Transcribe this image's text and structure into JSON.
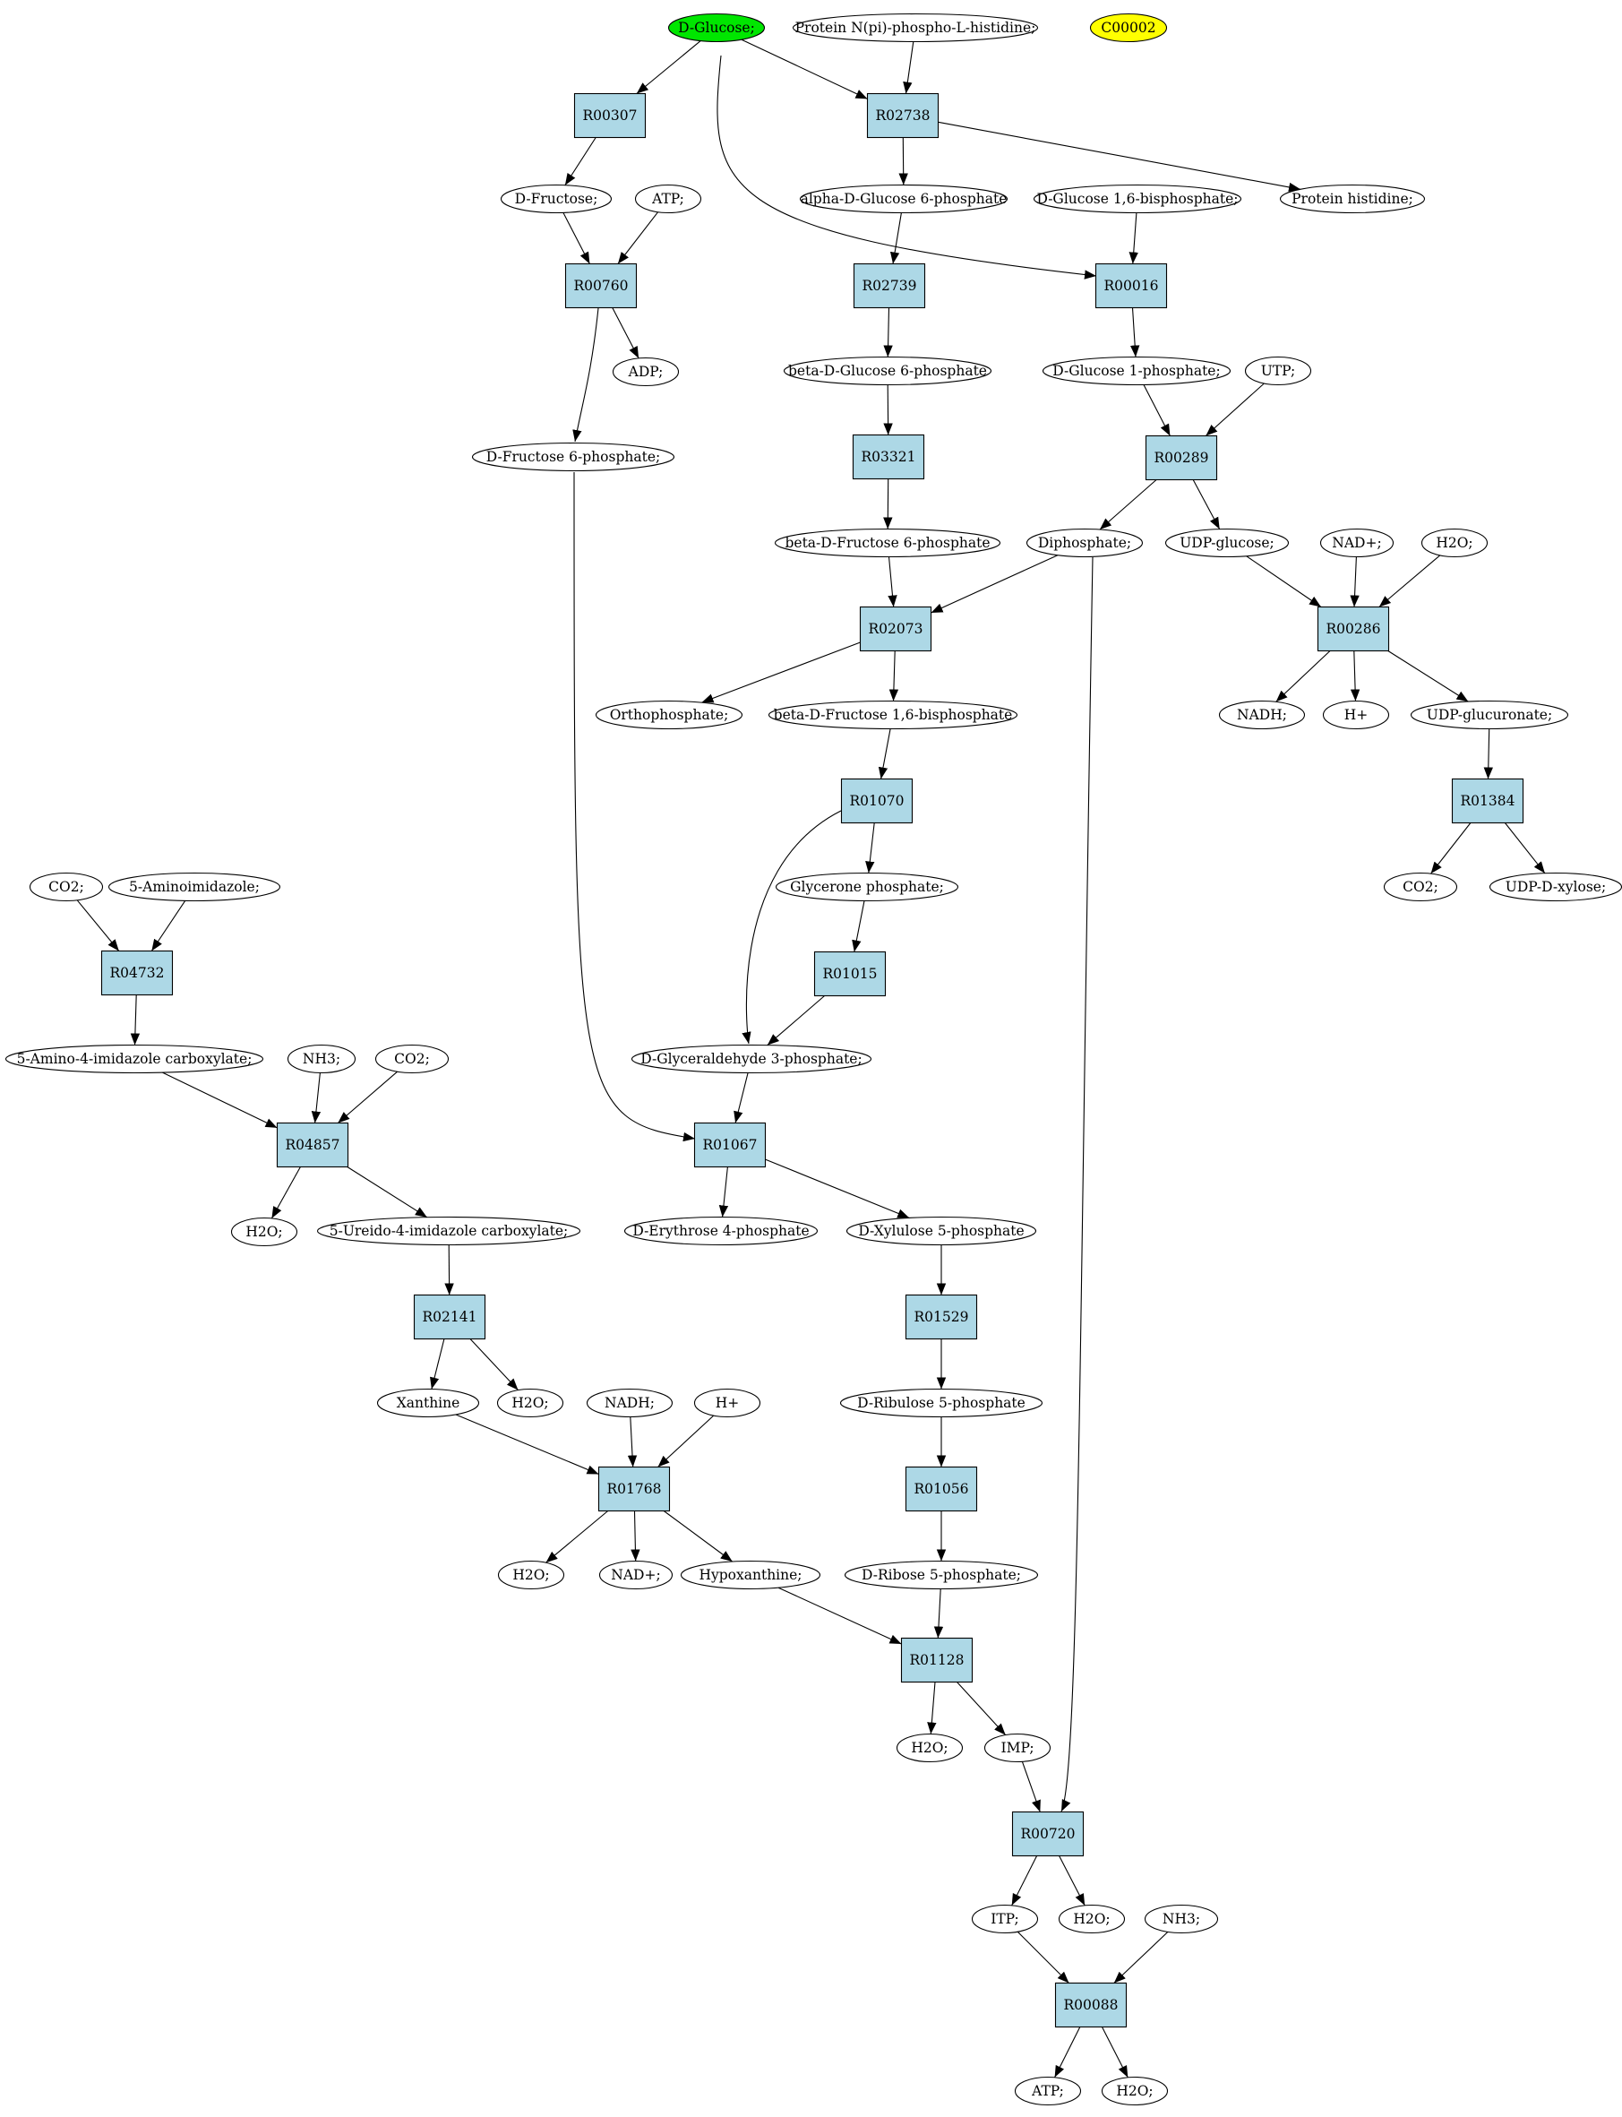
{
  "colors": {
    "reaction_fill": "#add8e6",
    "start_fill": "#00e600",
    "highlight_fill": "#ffff00",
    "stroke": "#000000"
  },
  "compounds": [
    {
      "id": "c1",
      "label": "D-Glucose;",
      "fill": "#00e600"
    },
    {
      "id": "c2",
      "label": "Protein N(pi)-phospho-L-histidine;"
    },
    {
      "id": "c3",
      "label": "C00002",
      "fill": "#ffff00"
    },
    {
      "id": "c4",
      "label": "D-Fructose;"
    },
    {
      "id": "c5",
      "label": "ATP;"
    },
    {
      "id": "c6",
      "label": "alpha-D-Glucose 6-phosphate"
    },
    {
      "id": "c7",
      "label": "D-Glucose 1,6-bisphosphate;"
    },
    {
      "id": "c8",
      "label": "Protein histidine;"
    },
    {
      "id": "c9",
      "label": "ADP;"
    },
    {
      "id": "c10",
      "label": "beta-D-Glucose 6-phosphate"
    },
    {
      "id": "c11",
      "label": "D-Glucose 1-phosphate;"
    },
    {
      "id": "c12",
      "label": "UTP;"
    },
    {
      "id": "c13",
      "label": "D-Fructose 6-phosphate;"
    },
    {
      "id": "c14",
      "label": "beta-D-Fructose 6-phosphate"
    },
    {
      "id": "c15",
      "label": "Diphosphate;"
    },
    {
      "id": "c16",
      "label": "UDP-glucose;"
    },
    {
      "id": "c17",
      "label": "NAD+;"
    },
    {
      "id": "c18",
      "label": "H2O;"
    },
    {
      "id": "c19",
      "label": "Orthophosphate;"
    },
    {
      "id": "c20",
      "label": "beta-D-Fructose 1,6-bisphosphate"
    },
    {
      "id": "c21",
      "label": "NADH;"
    },
    {
      "id": "c22",
      "label": "H+"
    },
    {
      "id": "c23",
      "label": "UDP-glucuronate;"
    },
    {
      "id": "c24",
      "label": "Glycerone phosphate;"
    },
    {
      "id": "c25",
      "label": "CO2;"
    },
    {
      "id": "c26",
      "label": "5-Aminoimidazole;"
    },
    {
      "id": "c27",
      "label": "CO2;"
    },
    {
      "id": "c28",
      "label": "UDP-D-xylose;"
    },
    {
      "id": "c29",
      "label": "5-Amino-4-imidazole carboxylate;"
    },
    {
      "id": "c30",
      "label": "NH3;"
    },
    {
      "id": "c31",
      "label": "CO2;"
    },
    {
      "id": "c32",
      "label": "D-Glyceraldehyde 3-phosphate;"
    },
    {
      "id": "c33",
      "label": "H2O;"
    },
    {
      "id": "c34",
      "label": "5-Ureido-4-imidazole carboxylate;"
    },
    {
      "id": "c35",
      "label": "D-Erythrose 4-phosphate"
    },
    {
      "id": "c36",
      "label": "D-Xylulose 5-phosphate"
    },
    {
      "id": "c37",
      "label": "Xanthine"
    },
    {
      "id": "c38",
      "label": "H2O;"
    },
    {
      "id": "c39",
      "label": "NADH;"
    },
    {
      "id": "c40",
      "label": "H+"
    },
    {
      "id": "c41",
      "label": "D-Ribulose 5-phosphate"
    },
    {
      "id": "c42",
      "label": "H2O;"
    },
    {
      "id": "c43",
      "label": "NAD+;"
    },
    {
      "id": "c44",
      "label": "Hypoxanthine;"
    },
    {
      "id": "c45",
      "label": "D-Ribose 5-phosphate;"
    },
    {
      "id": "c46",
      "label": "H2O;"
    },
    {
      "id": "c47",
      "label": "IMP;"
    },
    {
      "id": "c48",
      "label": "ITP;"
    },
    {
      "id": "c49",
      "label": "H2O;"
    },
    {
      "id": "c50",
      "label": "NH3;"
    },
    {
      "id": "c51",
      "label": "ATP;"
    },
    {
      "id": "c52",
      "label": "H2O;"
    }
  ],
  "reactions": [
    {
      "id": "r1",
      "label": "R00307"
    },
    {
      "id": "r2",
      "label": "R02738"
    },
    {
      "id": "r3",
      "label": "R00760"
    },
    {
      "id": "r4",
      "label": "R02739"
    },
    {
      "id": "r5",
      "label": "R00016"
    },
    {
      "id": "r6",
      "label": "R03321"
    },
    {
      "id": "r7",
      "label": "R00289"
    },
    {
      "id": "r8",
      "label": "R02073"
    },
    {
      "id": "r9",
      "label": "R00286"
    },
    {
      "id": "r10",
      "label": "R01070"
    },
    {
      "id": "r11",
      "label": "R01384"
    },
    {
      "id": "r12",
      "label": "R04732"
    },
    {
      "id": "r13",
      "label": "R01015"
    },
    {
      "id": "r14",
      "label": "R04857"
    },
    {
      "id": "r15",
      "label": "R01067"
    },
    {
      "id": "r16",
      "label": "R02141"
    },
    {
      "id": "r17",
      "label": "R01529"
    },
    {
      "id": "r18",
      "label": "R01768"
    },
    {
      "id": "r19",
      "label": "R01056"
    },
    {
      "id": "r20",
      "label": "R01128"
    },
    {
      "id": "r21",
      "label": "R00720"
    },
    {
      "id": "r22",
      "label": "R00088"
    }
  ],
  "edges": [
    [
      "c1",
      "r1"
    ],
    [
      "c1",
      "r2"
    ],
    [
      "c2",
      "r2"
    ],
    [
      "c1",
      "r5"
    ],
    [
      "r1",
      "c4"
    ],
    [
      "c4",
      "r3"
    ],
    [
      "c5",
      "r3"
    ],
    [
      "r3",
      "c9"
    ],
    [
      "r3",
      "c13"
    ],
    [
      "r2",
      "c6"
    ],
    [
      "r2",
      "c8"
    ],
    [
      "c6",
      "r4"
    ],
    [
      "c7",
      "r5"
    ],
    [
      "r4",
      "c10"
    ],
    [
      "c10",
      "r6"
    ],
    [
      "r6",
      "c14"
    ],
    [
      "r5",
      "c11"
    ],
    [
      "c11",
      "r7"
    ],
    [
      "c12",
      "r7"
    ],
    [
      "r7",
      "c15"
    ],
    [
      "r7",
      "c16"
    ],
    [
      "c14",
      "r8"
    ],
    [
      "c15",
      "r8"
    ],
    [
      "r8",
      "c19"
    ],
    [
      "r8",
      "c20"
    ],
    [
      "c16",
      "r9"
    ],
    [
      "c17",
      "r9"
    ],
    [
      "c18",
      "r9"
    ],
    [
      "r9",
      "c21"
    ],
    [
      "r9",
      "c22"
    ],
    [
      "r9",
      "c23"
    ],
    [
      "c23",
      "r11"
    ],
    [
      "r11",
      "c27"
    ],
    [
      "r11",
      "c28"
    ],
    [
      "c20",
      "r10"
    ],
    [
      "r10",
      "c24"
    ],
    [
      "r10",
      "c32"
    ],
    [
      "c24",
      "r13"
    ],
    [
      "r13",
      "c32"
    ],
    [
      "c25",
      "r12"
    ],
    [
      "c26",
      "r12"
    ],
    [
      "r12",
      "c29"
    ],
    [
      "c29",
      "r14"
    ],
    [
      "c30",
      "r14"
    ],
    [
      "c31",
      "r14"
    ],
    [
      "r14",
      "c33"
    ],
    [
      "r14",
      "c34"
    ],
    [
      "c32",
      "r15"
    ],
    [
      "c13",
      "r15"
    ],
    [
      "r15",
      "c35"
    ],
    [
      "r15",
      "c36"
    ],
    [
      "c34",
      "r16"
    ],
    [
      "r16",
      "c37"
    ],
    [
      "r16",
      "c38"
    ],
    [
      "c36",
      "r17"
    ],
    [
      "r17",
      "c41"
    ],
    [
      "c41",
      "r19"
    ],
    [
      "r19",
      "c45"
    ],
    [
      "c37",
      "r18"
    ],
    [
      "c39",
      "r18"
    ],
    [
      "c40",
      "r18"
    ],
    [
      "r18",
      "c42"
    ],
    [
      "r18",
      "c43"
    ],
    [
      "r18",
      "c44"
    ],
    [
      "c44",
      "r20"
    ],
    [
      "c45",
      "r20"
    ],
    [
      "r20",
      "c46"
    ],
    [
      "r20",
      "c47"
    ],
    [
      "c47",
      "r21"
    ],
    [
      "c15",
      "r21"
    ],
    [
      "r21",
      "c48"
    ],
    [
      "r21",
      "c49"
    ],
    [
      "c48",
      "r22"
    ],
    [
      "c50",
      "r22"
    ],
    [
      "r22",
      "c51"
    ],
    [
      "r22",
      "c52"
    ]
  ]
}
